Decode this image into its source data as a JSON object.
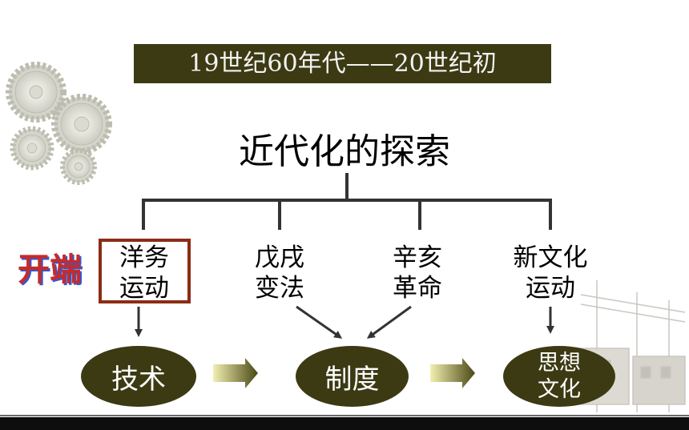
{
  "banner": "19世纪60年代——20世纪初",
  "main_title": "近代化的探索",
  "side_label": "开端",
  "branches": [
    {
      "line1": "洋务",
      "line2": "运动"
    },
    {
      "line1": "戊戌",
      "line2": "变法"
    },
    {
      "line1": "辛亥",
      "line2": "革命"
    },
    {
      "line1": "新文化",
      "line2": "运动"
    }
  ],
  "outcomes": {
    "technology": "技术",
    "system": "制度",
    "thought_line1": "思想",
    "thought_line2": "文化"
  },
  "colors": {
    "dark_olive": "#3b3a13",
    "box_border": "#8b2d14",
    "arrow_gradient_start": "#f2f0b0",
    "arrow_gradient_end": "#4a4815",
    "side_label": "#c52b2b"
  },
  "icons": [
    "gears-decoration-icon",
    "street-scene-decoration-icon"
  ]
}
